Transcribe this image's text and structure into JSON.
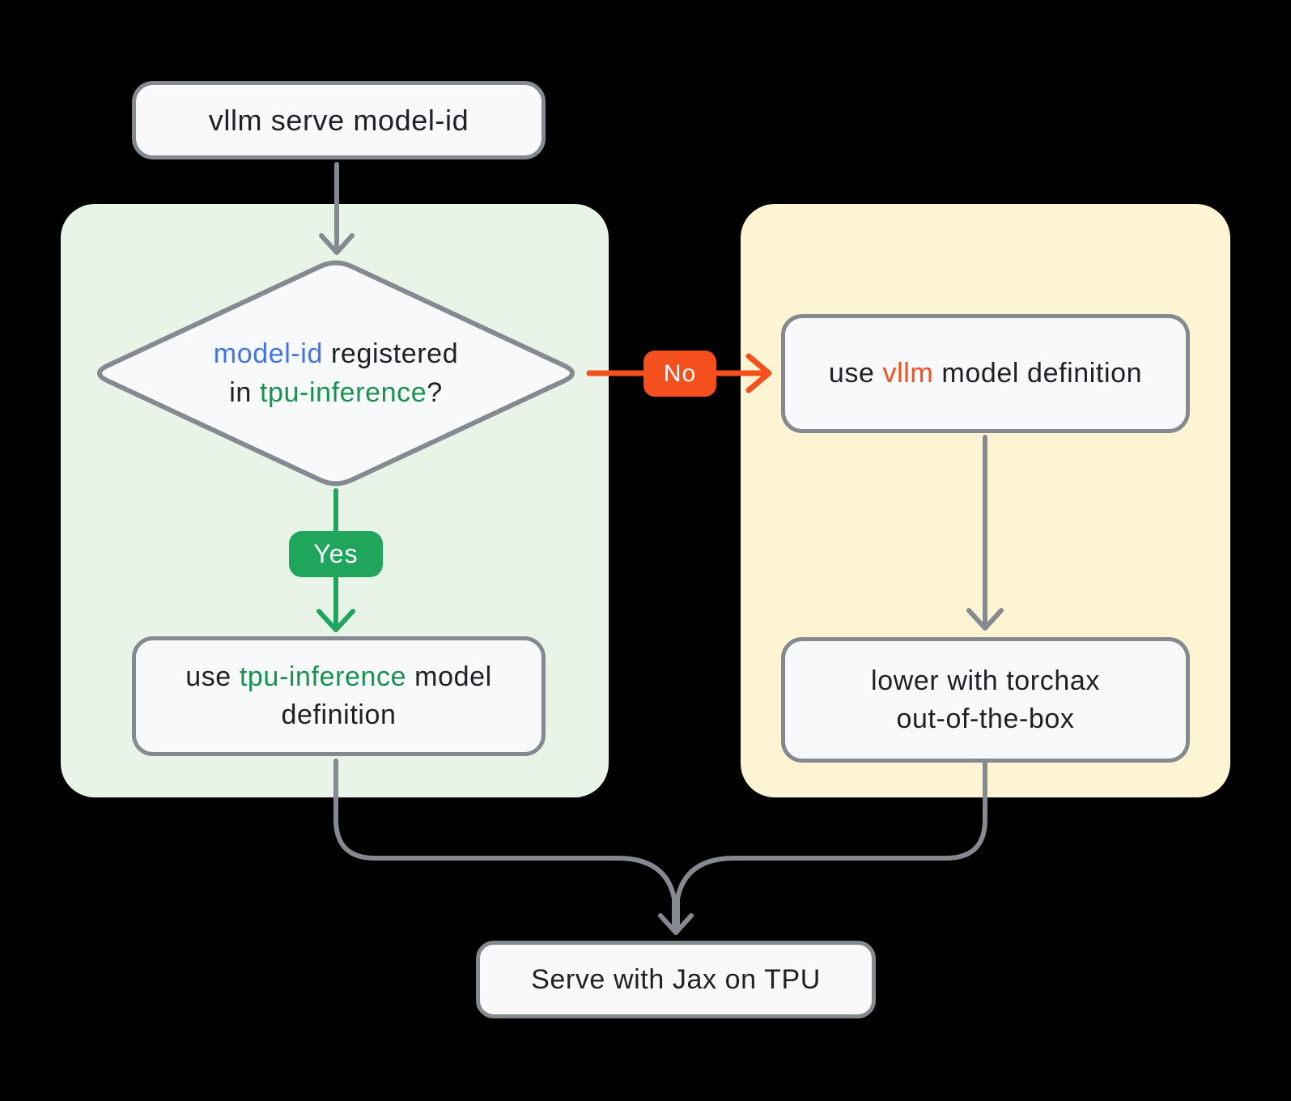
{
  "colors": {
    "bg": "#000000",
    "panel_green": "#e8f4e8",
    "panel_yellow": "#fdf4d4",
    "node_fill": "#f8f9fa",
    "node_border": "#848a90",
    "gray_stroke": "#848a90",
    "green_accent": "#1fa65c",
    "green_text": "#199150",
    "blue_text": "#4374e6",
    "orange_accent": "#f3501e",
    "ink": "#202124"
  },
  "nodes": {
    "start": {
      "label": "vllm serve model-id"
    },
    "decision": {
      "line1": {
        "model_id": "model-id",
        "rest": " registered"
      },
      "line2": {
        "prefix": "in ",
        "tpu": "tpu-inference",
        "suffix": "?"
      }
    },
    "use_tpu": {
      "prefix": "use ",
      "highlight": "tpu-inference",
      "suffix": " model definition"
    },
    "use_vllm": {
      "prefix": "use ",
      "highlight": "vllm",
      "suffix": " model definition"
    },
    "torchax": {
      "line1": "lower with torchax",
      "line2": "out-of-the-box"
    },
    "serve": {
      "label": "Serve with Jax on TPU"
    }
  },
  "edges": {
    "yes_label": "Yes",
    "no_label": "No"
  }
}
